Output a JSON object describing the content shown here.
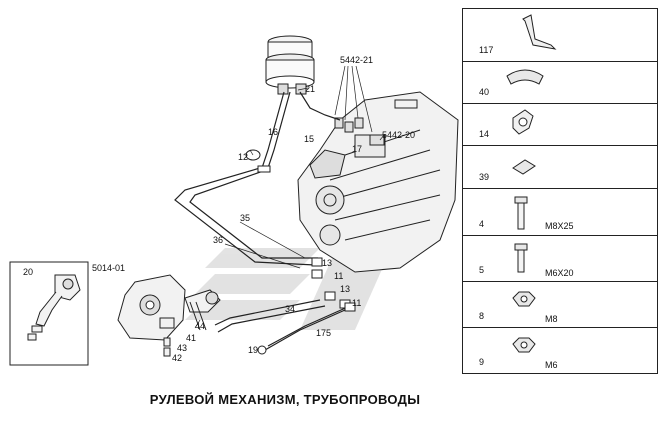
{
  "caption": "РУЛЕВОЙ МЕХАНИЗМ, ТРУБОПРОВОДЫ",
  "callouts": {
    "c5442_21": "5442-21",
    "c21": "21",
    "c16": "16",
    "c15": "15",
    "c17": "17",
    "c5442_20": "5442-20",
    "c12": "12",
    "c35": "35",
    "c36": "36",
    "c13a": "13",
    "c11a": "11",
    "c13b": "13",
    "c11b": "11",
    "c34": "34",
    "c175": "175",
    "c19": "19",
    "c20": "20",
    "c5014_01": "5014-01",
    "c44": "44",
    "c41": "41",
    "c43": "43",
    "c42": "42"
  },
  "parts": [
    {
      "num": "117",
      "spec": ""
    },
    {
      "num": "40",
      "spec": ""
    },
    {
      "num": "14",
      "spec": ""
    },
    {
      "num": "39",
      "spec": ""
    },
    {
      "num": "4",
      "spec": "M8X25"
    },
    {
      "num": "5",
      "spec": "M6X20"
    },
    {
      "num": "8",
      "spec": "M8"
    },
    {
      "num": "9",
      "spec": "M6"
    }
  ]
}
